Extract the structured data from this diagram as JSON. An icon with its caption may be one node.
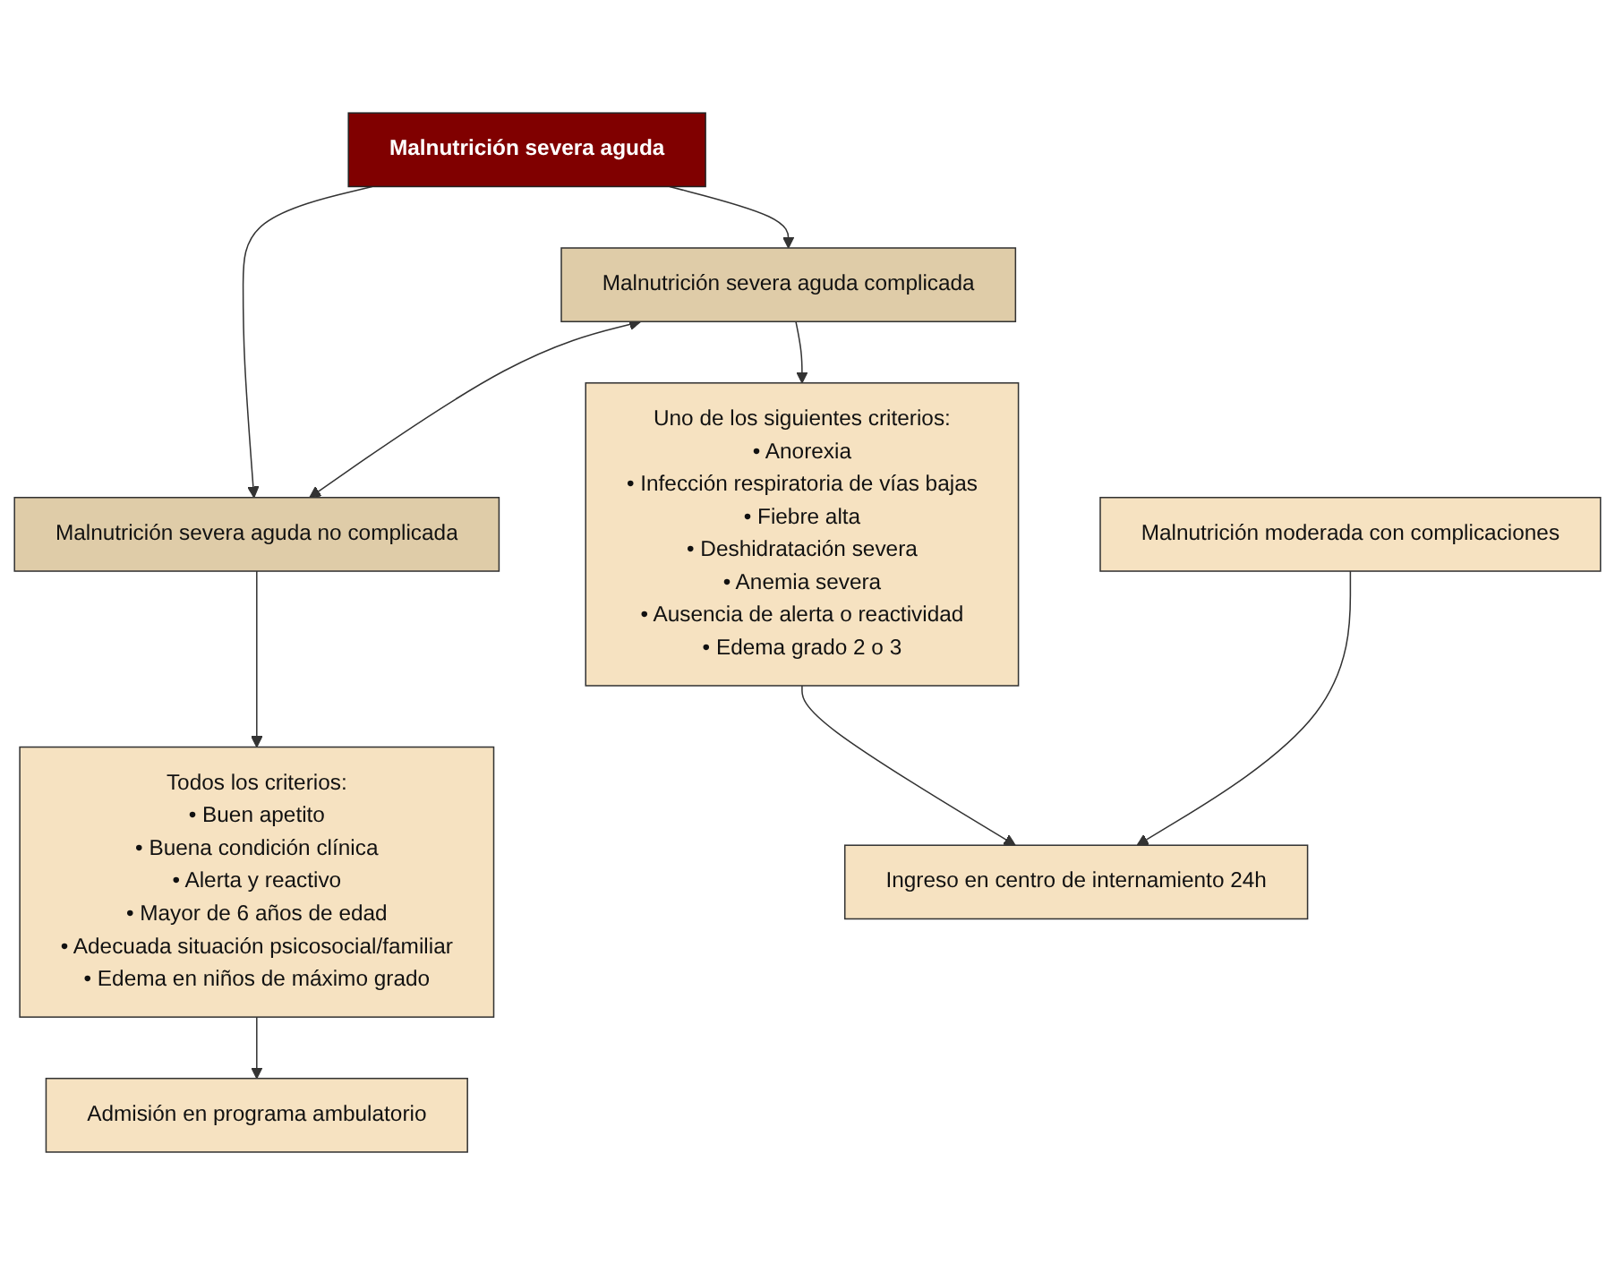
{
  "diagram": {
    "nodes": [
      {
        "text": [
          "Malnutrición severa aguda"
        ]
      },
      {
        "text": [
          "Malnutrición severa aguda complicada"
        ]
      },
      {
        "text": [
          "Malnutrición severa aguda no complicada"
        ]
      },
      {
        "text": [
          "Uno de los siguientes criterios:",
          "• Anorexia",
          "• Infección respiratoria de vías bajas",
          "• Fiebre alta",
          "• Deshidratación severa",
          "• Anemia severa",
          "• Ausencia de alerta o reactividad",
          "• Edema grado 2 o 3"
        ]
      },
      {
        "text": [
          "Todos los criterios:",
          "• Buen apetito",
          "• Buena condición clínica",
          "• Alerta y reactivo",
          "• Mayor de 6 años de edad",
          "• Adecuada situación psicosocial/familiar",
          "• Edema en niños de máximo grado"
        ]
      },
      {
        "text": [
          "Ingreso en centro de internamiento 24h"
        ]
      },
      {
        "text": [
          "Admisión en programa ambulatorio"
        ]
      },
      {
        "text": [
          "Malnutrición moderada con complicaciones"
        ]
      }
    ],
    "edges": [
      {
        "from": 0,
        "to": 1,
        "arrow": "to"
      },
      {
        "from": 0,
        "to": 2,
        "arrow": "to"
      },
      {
        "from": 1,
        "to": 2,
        "arrow": "both"
      },
      {
        "from": 1,
        "to": 3,
        "arrow": "to"
      },
      {
        "from": 2,
        "to": 4,
        "arrow": "to"
      },
      {
        "from": 3,
        "to": 5,
        "arrow": "to"
      },
      {
        "from": 4,
        "to": 6,
        "arrow": "to"
      },
      {
        "from": 7,
        "to": 5,
        "arrow": "to"
      }
    ]
  }
}
